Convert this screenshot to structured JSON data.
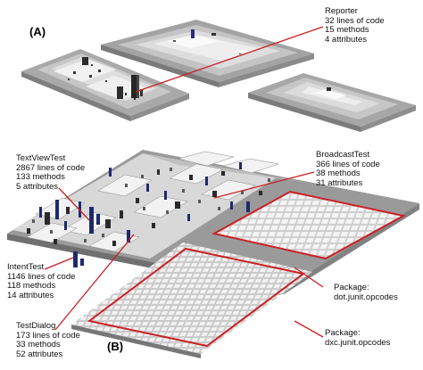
{
  "panels": {
    "a": "(A)",
    "b": "(B)"
  },
  "annotations": {
    "reporter": [
      "Reporter",
      "32 lines of code",
      "15 methods",
      "4 attributes"
    ],
    "textviewtest": [
      "TextViewTest",
      "2867 lines of code",
      "133 methods",
      "5 attributes"
    ],
    "broadcasttest": [
      "BroadcastTest",
      "366 lines of code",
      "38 methods",
      "31 attributes"
    ],
    "intenttest": [
      "IntentTest",
      "1146 lines of code",
      "118 methods",
      "14 attributes"
    ],
    "testdialog": [
      "TestDialog",
      "173 lines of code",
      "33 methods",
      "52 attributes"
    ],
    "package_dot": [
      "Package:",
      "dot.junit.opcodes"
    ],
    "package_dxc": [
      "Package:",
      "dxc.junit.opcodes"
    ]
  },
  "colors": {
    "highlight": "#cc1f24",
    "building": "#3b3f9a",
    "platform_light": "#e6e6e6",
    "platform_dark": "#9a9a9a"
  }
}
